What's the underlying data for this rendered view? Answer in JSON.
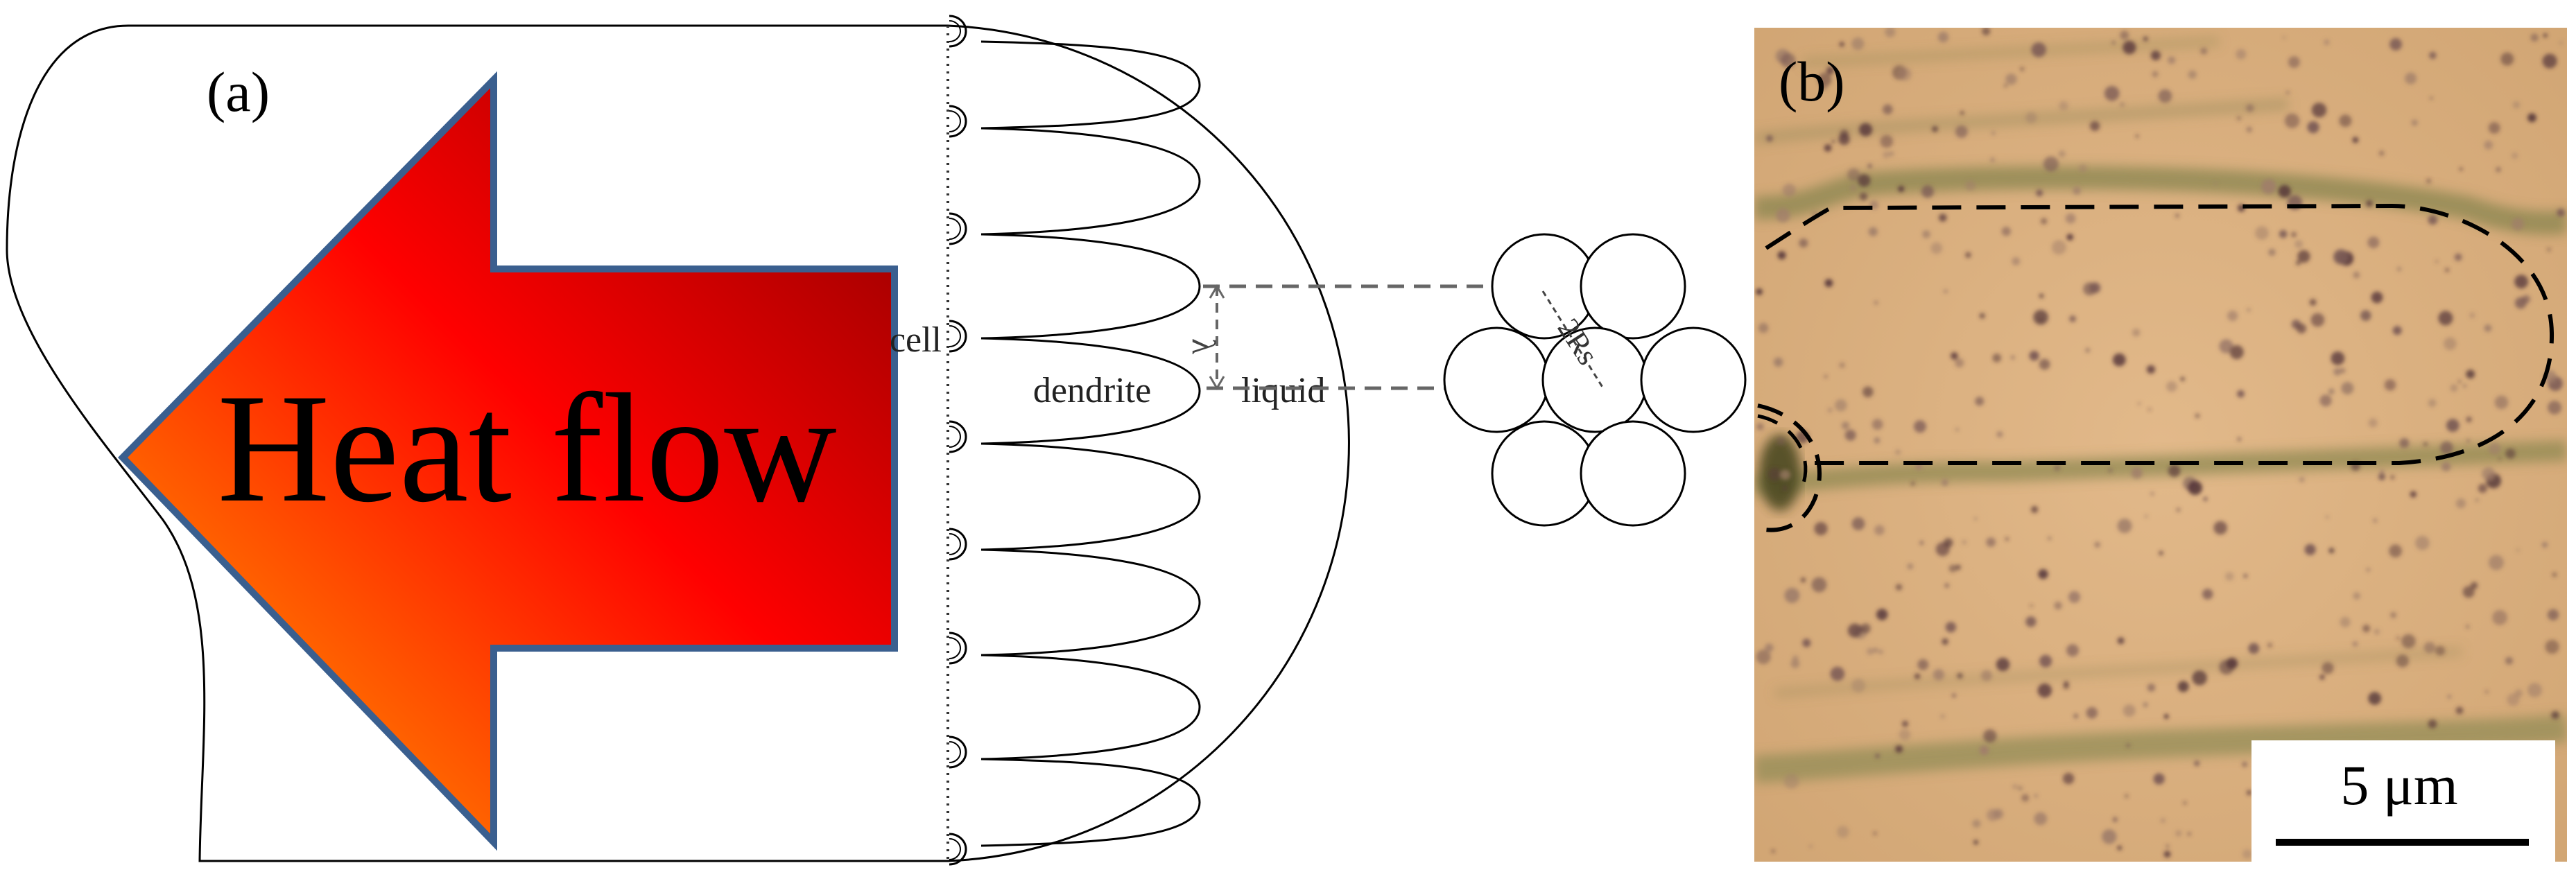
{
  "panel_a": {
    "label": "(a)",
    "arrow_text": "Heat flow",
    "labels": {
      "cell": "cell",
      "dendrite": "dendrite",
      "liquid": "liquid",
      "lambda": "λ",
      "two_rs": "2Rs"
    }
  },
  "panel_b": {
    "label": "(b)",
    "scale_bar": "5 μm"
  },
  "colors": {
    "arrow_start": "#ffb000",
    "arrow_mid": "#ff0000",
    "arrow_end": "#8b0000",
    "arrow_outline": "#3a5f8f",
    "micrograph_base": "#d8ad7d",
    "boundary_green": "#7d7e48"
  }
}
